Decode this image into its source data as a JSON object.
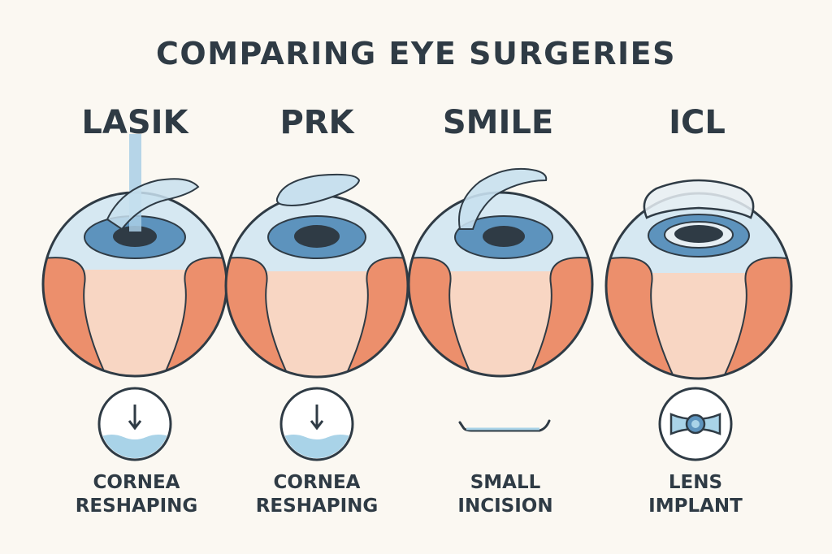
{
  "title": "COMPARING EYE SURGERIES",
  "procedures": [
    {
      "name": "LASIK",
      "caption_line1": "CORNEA",
      "caption_line2": "RESHAPING",
      "icon": "cornea-reshaping-icon"
    },
    {
      "name": "PRK",
      "caption_line1": "CORNEA",
      "caption_line2": "RESHAPING",
      "icon": "cornea-reshaping-icon"
    },
    {
      "name": "SMILE",
      "caption_line1": "SMALL",
      "caption_line2": "INCISION",
      "icon": "small-incision-icon"
    },
    {
      "name": "ICL",
      "caption_line1": "LENS",
      "caption_line2": "IMPLANT",
      "icon": "lens-implant-icon"
    }
  ],
  "colors": {
    "background": "#fbf8f2",
    "text": "#2f3b45",
    "outline": "#2f3b45",
    "cornea": "#d6e8f2",
    "iris": "#5d93bd",
    "pupil": "#2f3b45",
    "sclera_band": "#ec8f6c",
    "eye_interior": "#f8d6c3",
    "laser": "#a9cfe6",
    "fluid": "#a9d3e8"
  }
}
